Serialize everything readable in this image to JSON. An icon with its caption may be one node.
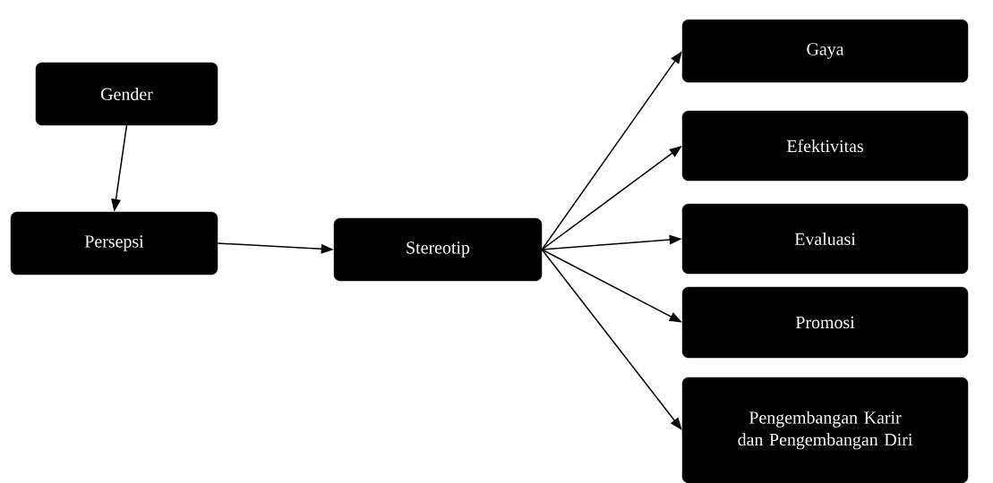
{
  "diagram": {
    "nodes": [
      {
        "text": [
          "Gender"
        ]
      },
      {
        "text": [
          "Persepsi"
        ]
      },
      {
        "text": [
          "Stereotip"
        ]
      },
      {
        "text": [
          "Gaya"
        ]
      },
      {
        "text": [
          "Efektivitas"
        ]
      },
      {
        "text": [
          "Evaluasi"
        ]
      },
      {
        "text": [
          "Promosi"
        ]
      },
      {
        "text": [
          "Pengembangan Karir dan Pengembangan Diri"
        ]
      }
    ],
    "edges": [
      {
        "from": 0,
        "to": 1,
        "arrow": "to"
      },
      {
        "from": 1,
        "to": 2,
        "arrow": "to"
      },
      {
        "from": 2,
        "to": 3,
        "arrow": "to"
      },
      {
        "from": 2,
        "to": 4,
        "arrow": "to"
      },
      {
        "from": 2,
        "to": 5,
        "arrow": "to"
      },
      {
        "from": 2,
        "to": 6,
        "arrow": "to"
      },
      {
        "from": 2,
        "to": 7,
        "arrow": "to"
      }
    ]
  }
}
